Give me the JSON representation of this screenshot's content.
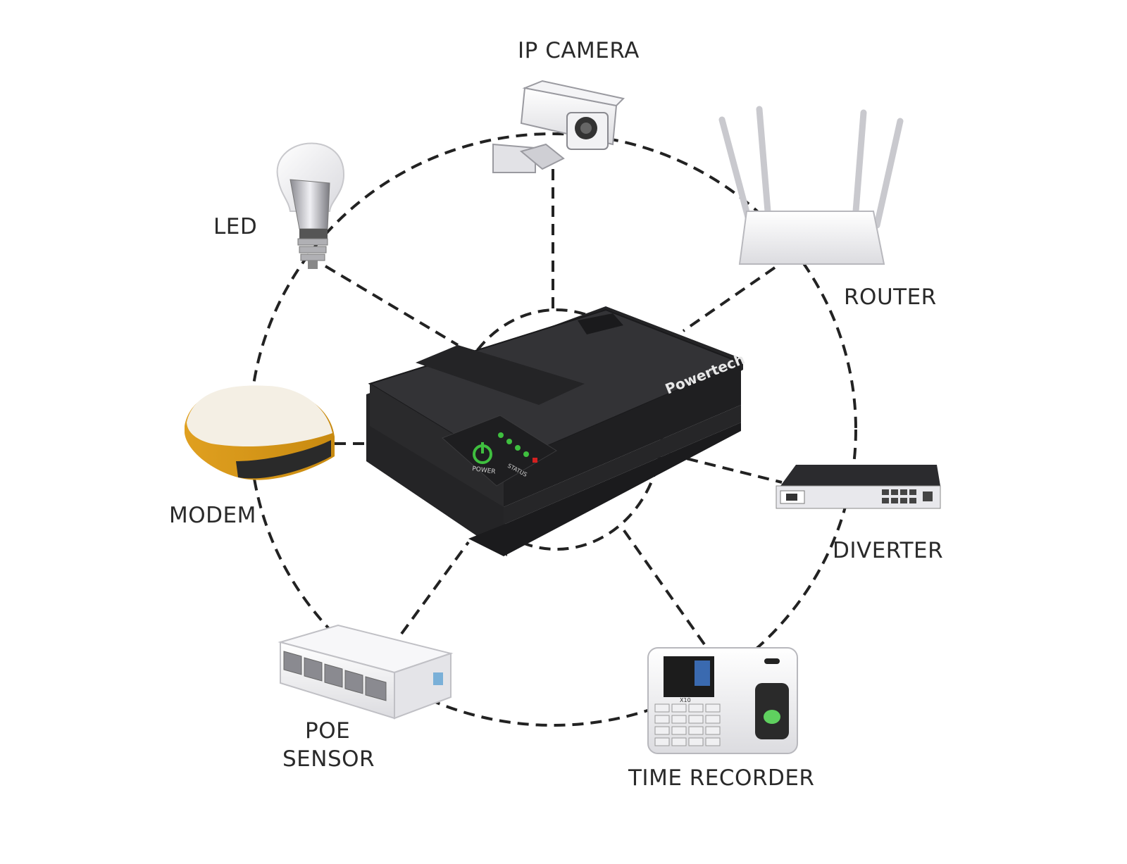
{
  "device": {
    "brand": "Powertech",
    "power_label": "POWER",
    "status_label": "STATUS",
    "colors": {
      "body": "#2b2b2d",
      "power_led": "#3fbf3f",
      "status_led": "#d42020"
    }
  },
  "nodes": {
    "ip_camera": {
      "label": "IP CAMERA",
      "icon": "camera-icon"
    },
    "router": {
      "label": "ROUTER",
      "icon": "router-icon"
    },
    "led": {
      "label": "LED",
      "icon": "bulb-icon"
    },
    "modem": {
      "label": "MODEM",
      "icon": "modem-icon"
    },
    "diverter": {
      "label": "DIVERTER",
      "icon": "rack-switch-icon"
    },
    "poe_sensor": {
      "label_line1": "POE",
      "label_line2": "SENSOR",
      "icon": "ethernet-switch-icon"
    },
    "time_recorder": {
      "label": "TIME RECORDER",
      "model": "X10",
      "icon": "fingerprint-terminal-icon"
    }
  },
  "colors": {
    "connector": "#222222",
    "label": "#2a2a2a"
  }
}
